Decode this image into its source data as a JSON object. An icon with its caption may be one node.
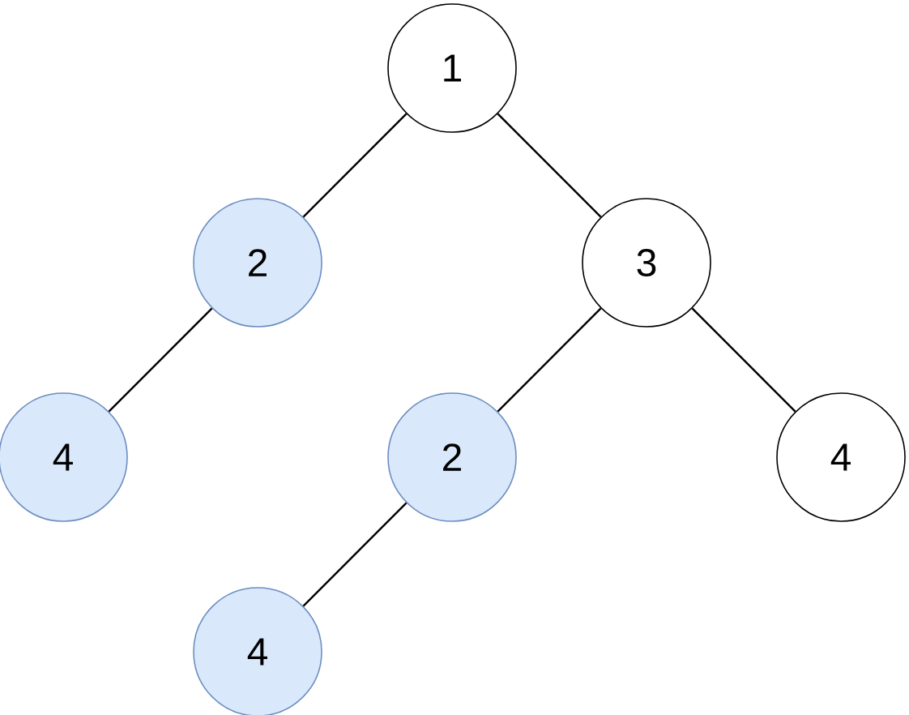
{
  "diagram": {
    "nodes": [
      {
        "text": [
          "1"
        ]
      },
      {
        "text": [
          "2"
        ]
      },
      {
        "text": [
          "3"
        ]
      },
      {
        "text": [
          "4"
        ]
      },
      {
        "text": [
          "2"
        ]
      },
      {
        "text": [
          "4"
        ]
      },
      {
        "text": [
          "4"
        ]
      }
    ],
    "edges": [
      {
        "from": 0,
        "to": 1,
        "arrow": "none"
      },
      {
        "from": 0,
        "to": 2,
        "arrow": "none"
      },
      {
        "from": 1,
        "to": 3,
        "arrow": "none"
      },
      {
        "from": 2,
        "to": 4,
        "arrow": "none"
      },
      {
        "from": 2,
        "to": 5,
        "arrow": "none"
      },
      {
        "from": 4,
        "to": 6,
        "arrow": "none"
      }
    ]
  }
}
